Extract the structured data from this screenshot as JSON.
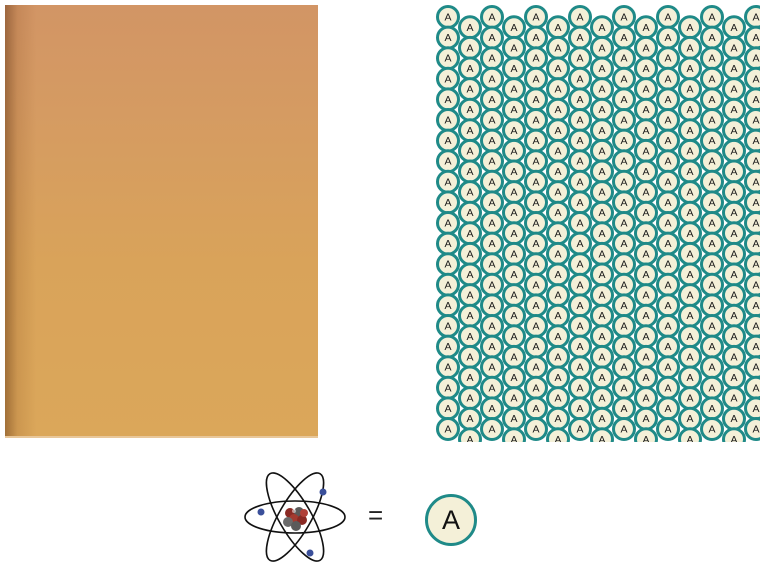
{
  "panels": {
    "copper_sheet": {
      "color_top": "#d29565",
      "color_bottom": "#dba75a"
    },
    "lattice": {
      "atom_label": "A",
      "columns": 15,
      "rows": 21,
      "fill": "#f4f0d8",
      "stroke": "#1f8a88"
    }
  },
  "legend": {
    "equals": "=",
    "atom_label": "A",
    "nucleus_icon": "atom-icon"
  }
}
